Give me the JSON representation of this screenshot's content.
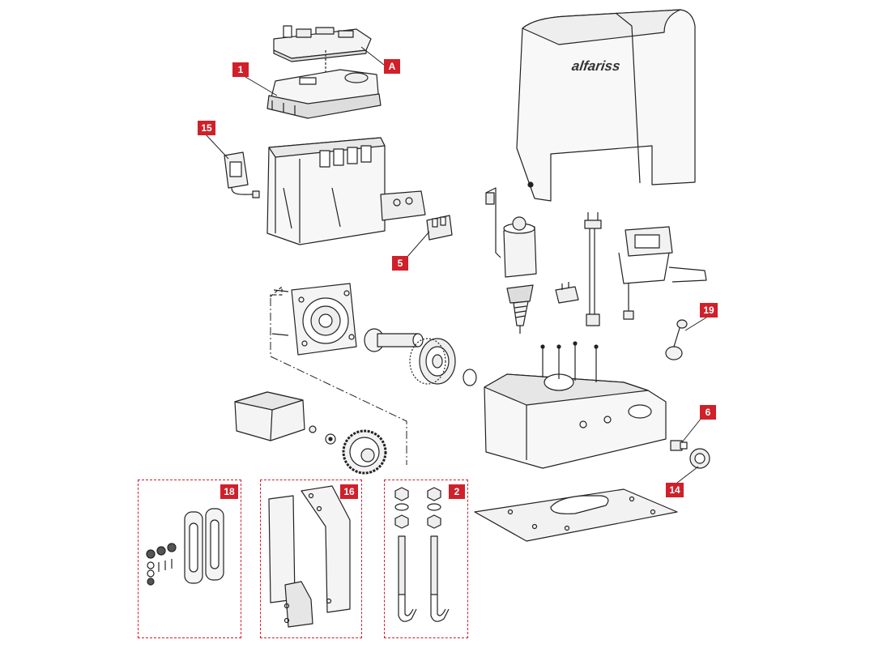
{
  "brand": {
    "logo_text": "alfariss"
  },
  "callouts": [
    {
      "id": "1"
    },
    {
      "id": "A"
    },
    {
      "id": "15"
    },
    {
      "id": "5"
    },
    {
      "id": "19"
    },
    {
      "id": "6"
    },
    {
      "id": "14"
    },
    {
      "id": "18"
    },
    {
      "id": "16"
    },
    {
      "id": "2"
    }
  ],
  "colors": {
    "callout": "#d0202a",
    "line": "#222222",
    "kit_border": "#d0202a"
  },
  "parts": [
    "control-board",
    "board-housing",
    "motor-housing",
    "limit-switch-bracket",
    "connector-block",
    "top-cover",
    "motor-unit",
    "wiring-harness",
    "capacitor-bracket",
    "gear-cover-plate",
    "shaft",
    "worm-gear",
    "circlip",
    "gearbox-base",
    "release-key",
    "release-lock",
    "lock-washer",
    "pinion-cover",
    "drive-pinion",
    "base-plate",
    "limit-magnets",
    "mounting-brackets",
    "anchor-bolts"
  ]
}
